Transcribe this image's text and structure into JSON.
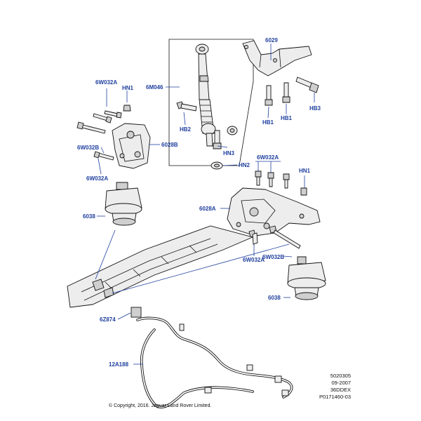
{
  "callouts": {
    "c6029": "6029",
    "c6M046": "6M046",
    "c6W032A_tl": "6W032A",
    "cHN1_tl": "HN1",
    "cHB2": "HB2",
    "cHN3": "HN3",
    "cHB1a": "HB1",
    "cHB1b": "HB1",
    "cHB3": "HB3",
    "c6W032B_l": "6W032B",
    "c6028B": "6028B",
    "c6W032A_l2": "6W032A",
    "cHN2": "HN2",
    "c6W032A_r": "6W032A",
    "cHN1_r": "HN1",
    "c6038_l": "6038",
    "c6028A": "6028A",
    "c6W032A_mid": "6W032A",
    "c6W032B_r": "6W032B",
    "c6038_r": "6038",
    "c6Z874": "6Z874",
    "c12A188": "12A188"
  },
  "info_block": {
    "line1": "5020305",
    "line2": "09-2007",
    "line3": "36DDEX",
    "line4": "P0171460-03"
  },
  "copyright": "© Copyright, 2016. Jaguar Land Rover Limited.",
  "colors": {
    "callout": "#1f3f9e",
    "line": "#111111",
    "part_fill": "#ededed"
  }
}
